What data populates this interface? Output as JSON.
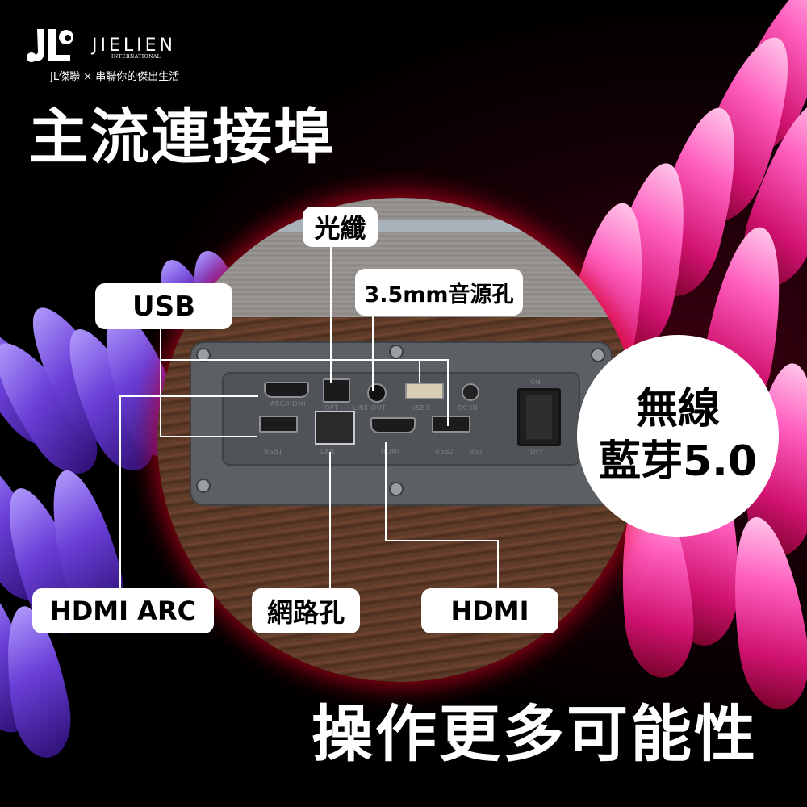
{
  "brand": {
    "name": "JIELIEN",
    "sub": "INTERNATIONAL",
    "tagline": "JL傑聯 × 串聯你的傑出生活"
  },
  "headline": "主流連接埠",
  "footline": "操作更多可能性",
  "bluetooth_badge": {
    "line1": "無線",
    "line2": "藍芽5.0"
  },
  "callouts": {
    "optical": "光纖",
    "usb": "USB",
    "audio_jack": "3.5mm音源孔",
    "hdmi_arc": "HDMI ARC",
    "lan": "網路孔",
    "hdmi": "HDMI"
  },
  "panel_labels": {
    "arc": "ARC/HDMI",
    "opt": "OPT",
    "line_out": "LINE OUT",
    "usb3": "USB3",
    "dc_in": "DC IN",
    "usb1": "USB1",
    "lan": "LAN",
    "hdmi": "HDMI",
    "usb2": "USB2",
    "rst": "RST",
    "on": "ON",
    "off": "OFF"
  },
  "colors": {
    "background": "#000000",
    "glow": "#dc001e",
    "callout_bg": "#ffffff",
    "text": "#ffffff"
  }
}
